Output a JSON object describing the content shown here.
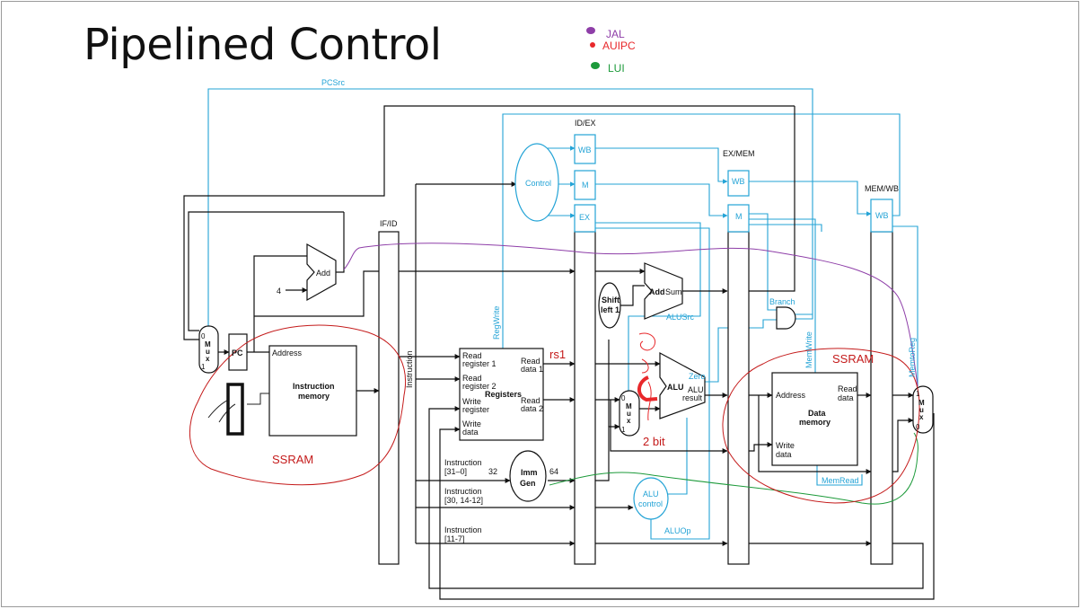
{
  "slide": {
    "title": "Pipelined Control",
    "legend": [
      {
        "label": "JAL",
        "color": "#8e3ea8"
      },
      {
        "label": "AUIPC",
        "color": "#e8282b"
      },
      {
        "label": "LUI",
        "color": "#1c9a3a"
      }
    ]
  },
  "diagram": {
    "pipeline_registers": [
      "IF/ID",
      "ID/EX",
      "EX/MEM",
      "MEM/WB"
    ],
    "stage_fields": {
      "wb": "WB",
      "m": "M",
      "ex": "EX"
    },
    "blocks": {
      "control": "Control",
      "add": "Add",
      "add_sum": "Add",
      "sum": "Sum",
      "shift": [
        "Shift",
        "left 1"
      ],
      "pc": "PC",
      "imem": [
        "Instruction",
        "memory"
      ],
      "imem_address": "Address",
      "registers": "Registers",
      "alu": "ALU",
      "alu_result": [
        "ALU",
        "result"
      ],
      "zero": "Zero",
      "dmem": [
        "Data",
        "memory"
      ],
      "dmem_address": "Address",
      "dmem_read": [
        "Read",
        "data"
      ],
      "dmem_write": [
        "Write",
        "data"
      ],
      "imm_gen": [
        "Imm",
        "Gen"
      ],
      "alu_control": [
        "ALU",
        "control"
      ],
      "mux": [
        "M",
        "u",
        "x"
      ],
      "four": "4",
      "instruction_vertical": "Instruction"
    },
    "register_ports": {
      "read1": [
        "Read",
        "register 1"
      ],
      "read2": [
        "Read",
        "register 2"
      ],
      "write_reg": [
        "Write",
        "register"
      ],
      "write_data": [
        "Write",
        "data"
      ],
      "out1": [
        "Read",
        "data 1"
      ],
      "out2": [
        "Read",
        "data 2"
      ]
    },
    "instruction_fields": [
      [
        "Instruction",
        "[31–0]"
      ],
      [
        "Instruction",
        "[30, 14-12]"
      ],
      [
        "Instruction",
        "[11-7]"
      ]
    ],
    "bus_widths": [
      "32",
      "64"
    ],
    "mux_inputs": {
      "zero": "0",
      "one": "1"
    },
    "signals": {
      "pcsrc": "PCSrc",
      "regwrite": "RegWrite",
      "alusrc": "ALUSrc",
      "branch": "Branch",
      "memwrite": "MemWrite",
      "memtoreg": "MemtoReg",
      "memread": "MemRead",
      "aluop": "ALUOp"
    },
    "annotations": {
      "rs1": "rs1",
      "two_bit": "2 bit",
      "ssram_left": "SSRAM",
      "ssram_right": "SSRAM"
    }
  }
}
